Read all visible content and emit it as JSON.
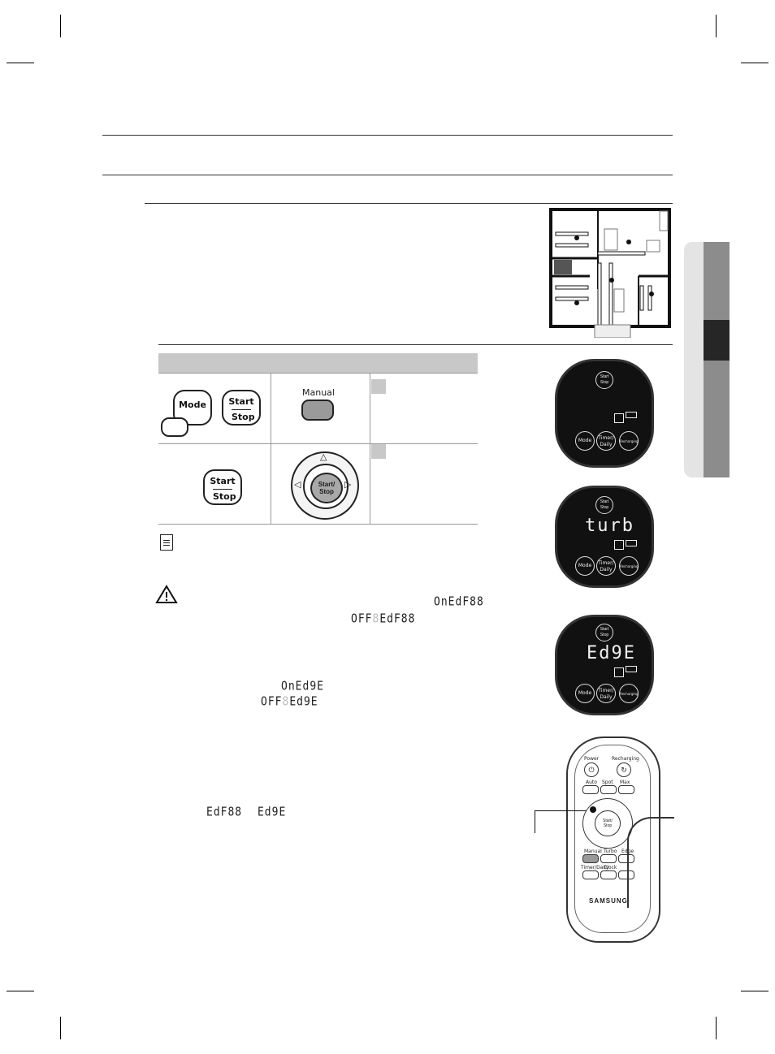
{
  "table": {
    "step1": {
      "mode_button": "Mode",
      "start_top": "Start",
      "start_bottom": "Stop",
      "manual_button": "Manual"
    },
    "step2": {
      "start_top": "Start",
      "start_bottom": "Stop",
      "center_top": "Start/",
      "center_bottom": "Stop"
    }
  },
  "caution": {
    "line1_codes": {
      "a": "On",
      "b": "Ed",
      "c": "F88"
    },
    "line2_codes": {
      "a": "OFF",
      "b": "8",
      "c": "EdF88"
    },
    "line3_codes": {
      "a": "On",
      "b": "Ed",
      "c": "9E"
    },
    "line4_codes": {
      "a": "OFF",
      "b": "8",
      "c": "Ed9E"
    },
    "line5_codes": {
      "a": "EdF88",
      "b": "Ed9E"
    }
  },
  "panels": [
    {
      "top": "Start",
      "bottom": "Stop",
      "display": "",
      "mode": "Mode",
      "timer_a": "Timer/",
      "timer_b": "Daily",
      "recharging": "Recharging"
    },
    {
      "top": "Start",
      "bottom": "Stop",
      "display": "turb",
      "mode": "Mode",
      "timer_a": "Timer/",
      "timer_b": "Daily",
      "recharging": "Recharging"
    },
    {
      "top": "Start",
      "bottom": "Stop",
      "display": "Ed9E",
      "mode": "Mode",
      "timer_a": "Timer/",
      "timer_b": "Daily",
      "recharging": "Recharging"
    }
  ],
  "remote": {
    "power": "Power",
    "recharging": "Recharging",
    "auto": "Auto",
    "spot": "Spot",
    "max": "Max",
    "center_a": "Start/",
    "center_b": "Stop",
    "manual": "Manual",
    "turbo": "Turbo",
    "edge": "Edge",
    "timer_daily": "Timer/Daily",
    "clock": "Clock",
    "brand": "SAMSUNG"
  }
}
